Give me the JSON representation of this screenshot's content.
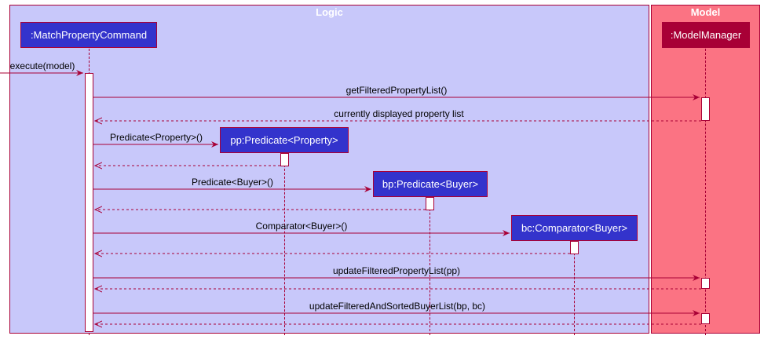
{
  "lanes": {
    "logic": {
      "title": "Logic",
      "fill": "#c8c8fa",
      "border": "#a80036"
    },
    "model": {
      "title": "Model",
      "fill": "#fb7383",
      "border": "#a80036"
    }
  },
  "participants": {
    "match_command": ":MatchPropertyCommand",
    "model_manager": ":ModelManager",
    "pp": "pp:Predicate<Property>",
    "bp": "bp:Predicate<Buyer>",
    "bc": "bc:Comparator<Buyer>"
  },
  "messages": {
    "execute": "execute(model)",
    "get_filtered": "getFilteredPropertyList()",
    "displayed_list": "currently displayed property list",
    "predicate_property": "Predicate<Property>()",
    "predicate_buyer": "Predicate<Buyer>()",
    "comparator_buyer": "Comparator<Buyer>()",
    "update_filtered": "updateFilteredPropertyList(pp)",
    "update_filtered_sorted": "updateFilteredAndSortedBuyerList(bp, bc)"
  },
  "colors": {
    "arrow": "#a80036",
    "participant_blue": "#3333cc",
    "participant_red": "#a80036"
  }
}
